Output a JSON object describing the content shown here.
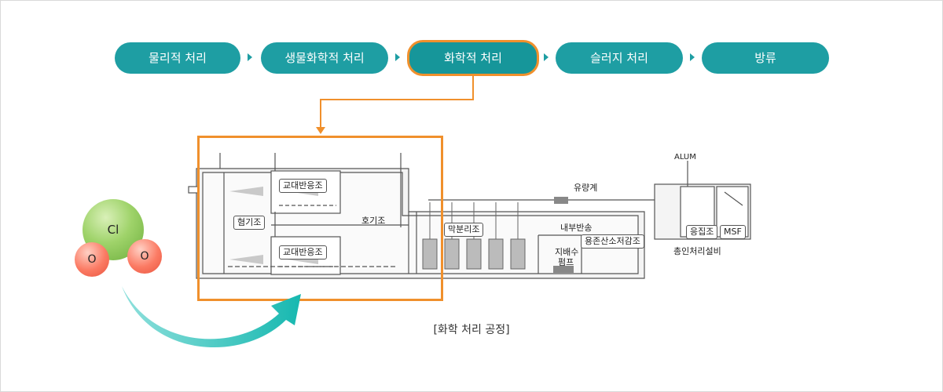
{
  "process_steps": [
    {
      "label": "물리적 처리"
    },
    {
      "label": "생물화학적 처리"
    },
    {
      "label": "화학적 처리"
    },
    {
      "label": "슬러지 처리"
    },
    {
      "label": "방류"
    }
  ],
  "diagram_labels": {
    "stirring_upper": "교대반응조",
    "stirring_lower": "교대반응조",
    "aerobic_basin": "혐기조",
    "aeration_basin": "호기조",
    "membrane": "막분리조",
    "internal_return": "내부반송",
    "dissolved_oxygen": "용존산소저감조",
    "drain_pump_line1": "지배수",
    "drain_pump_line2": "펌프",
    "flowmeter": "유량계",
    "alum": "ALUM",
    "coagulation": "응집조",
    "msf": "MSF",
    "phosphorus_unit": "총인처리설비"
  },
  "caption": "[화학 처리 공정]",
  "molecule": {
    "center": "Cl",
    "left": "O",
    "right": "O"
  },
  "colors": {
    "step": "#1e9ea3",
    "highlight": "#f0902c",
    "arrow": "#2fc6c0"
  }
}
